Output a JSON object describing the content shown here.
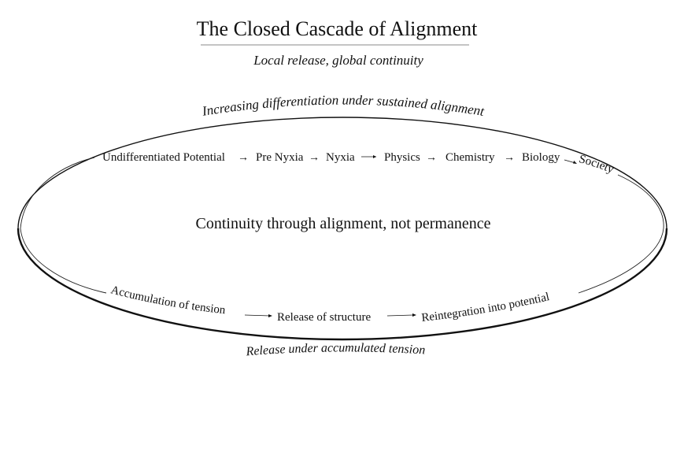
{
  "title": "The Closed Cascade of Alignment",
  "subtitle": "Local release, global continuity",
  "top_arc_label": "Increasing differentiation under sustained alignment",
  "bottom_arc_label": "Release under accumulated tension",
  "center_label": "Continuity through alignment, not permanence",
  "upper_sequence": [
    "Undifferentiated Potential",
    "Pre Nyxia",
    "Nyxia",
    "Physics",
    "Chemistry",
    "Biology",
    "Society"
  ],
  "lower_sequence": [
    "Accumulation of tension",
    "Release of structure",
    "Reintegration into potential"
  ],
  "arrow_glyph": "→",
  "colors": {
    "ink": "#111111",
    "rule": "#888888",
    "background": "#ffffff"
  }
}
